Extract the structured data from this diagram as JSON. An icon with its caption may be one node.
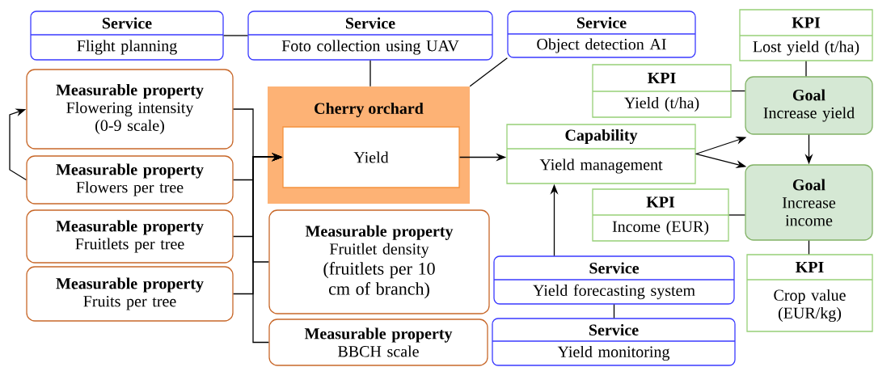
{
  "diagram": {
    "nodes": [
      {
        "text": [
          "Service",
          "Flight planning"
        ]
      },
      {
        "text": [
          "Service",
          "Foto collection using UAV"
        ]
      },
      {
        "text": [
          "Service",
          "Object detection AI"
        ]
      },
      {
        "text": [
          "KPI",
          "Lost yield (t/ha)"
        ]
      },
      {
        "text": [
          "Measurable property",
          "Flowering intensity (0-9 scale)"
        ]
      },
      {
        "text": [
          "Cherry orchard"
        ]
      },
      {
        "text": [
          "Yield"
        ],
        "in": 5
      },
      {
        "text": [
          "KPI",
          "Yield (t/ha)"
        ]
      },
      {
        "text": [
          "Goal",
          "Increase yield"
        ]
      },
      {
        "text": [
          "Measurable property",
          "Flowers per tree"
        ]
      },
      {
        "text": [
          "Capability",
          "Yield management"
        ]
      },
      {
        "text": [
          "Goal",
          "Increase income"
        ]
      },
      {
        "text": [
          "KPI",
          "Income (EUR)"
        ]
      },
      {
        "text": [
          "Measurable property",
          "Fruitlets per tree"
        ]
      },
      {
        "text": [
          "Measurable property",
          "Fruitlet density",
          "(fruitlets per 10 cm of branch)"
        ]
      },
      {
        "text": [
          "Measurable property",
          "Fruits per tree"
        ]
      },
      {
        "text": [
          "Service",
          "Yield forecasting system"
        ]
      },
      {
        "text": [
          "KPI",
          "Crop value (EUR/kg)"
        ]
      },
      {
        "text": [
          "Measurable property",
          "BBCH scale"
        ]
      },
      {
        "text": [
          "Service",
          "Yield monitoring"
        ]
      }
    ],
    "edges": [
      {
        "from": 0,
        "to": 1,
        "arrow": "none"
      },
      {
        "from": 1,
        "to": 5,
        "arrow": "none"
      },
      {
        "from": 2,
        "to": 5,
        "arrow": "none"
      },
      {
        "from": 9,
        "to": 4,
        "arrow": "to"
      },
      {
        "from": 4,
        "to": 6,
        "arrow": "to"
      },
      {
        "from": 9,
        "to": 6,
        "arrow": "to"
      },
      {
        "from": 13,
        "to": 6,
        "arrow": "to"
      },
      {
        "from": 15,
        "to": 6,
        "arrow": "to"
      },
      {
        "from": 14,
        "to": 6,
        "arrow": "to"
      },
      {
        "from": 18,
        "to": 6,
        "arrow": "to"
      },
      {
        "from": 6,
        "to": 10,
        "arrow": "to"
      },
      {
        "from": 10,
        "to": 8,
        "arrow": "to"
      },
      {
        "from": 10,
        "to": 11,
        "arrow": "to"
      },
      {
        "from": 8,
        "to": 11,
        "arrow": "to"
      },
      {
        "from": 7,
        "to": 8,
        "arrow": "none"
      },
      {
        "from": 3,
        "to": 8,
        "arrow": "none"
      },
      {
        "from": 12,
        "to": 11,
        "arrow": "none"
      },
      {
        "from": 11,
        "to": 17,
        "arrow": "none"
      },
      {
        "from": 16,
        "to": 10,
        "arrow": "to"
      },
      {
        "from": 16,
        "to": 19,
        "arrow": "none"
      }
    ]
  }
}
